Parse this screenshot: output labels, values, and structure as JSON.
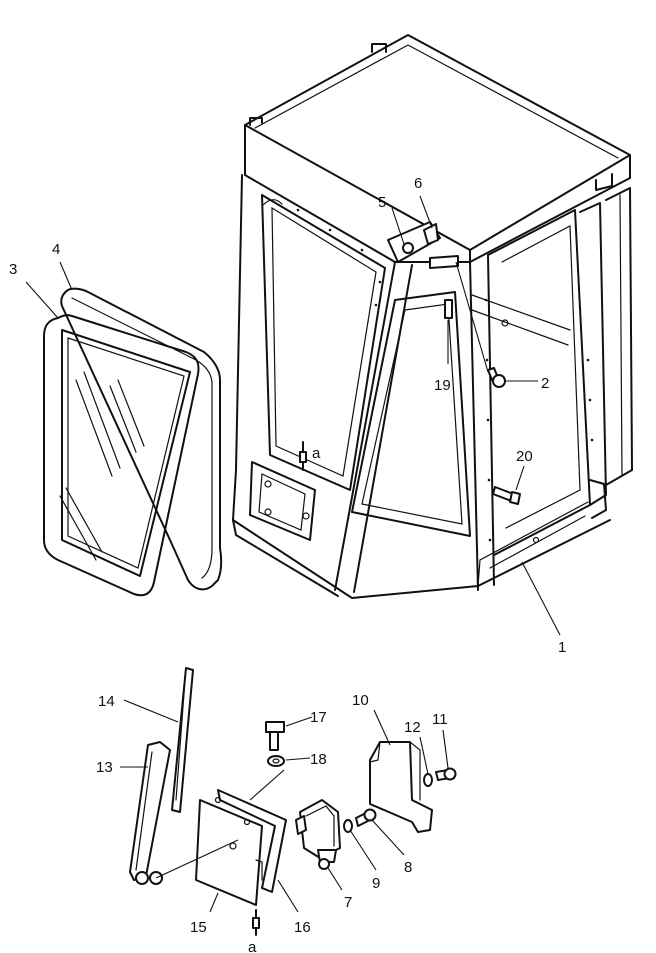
{
  "callouts": {
    "c1": "1",
    "c2": "2",
    "c3": "3",
    "c4": "4",
    "c5": "5",
    "c6": "6",
    "c7": "7",
    "c8": "8",
    "c9": "9",
    "c10": "10",
    "c11": "11",
    "c12": "12",
    "c13": "13",
    "c14": "14",
    "c15": "15",
    "c16": "16",
    "c17": "17",
    "c18": "18",
    "c19": "19",
    "c20": "20",
    "ref_a_top": "a",
    "ref_a_bottom": "a"
  }
}
